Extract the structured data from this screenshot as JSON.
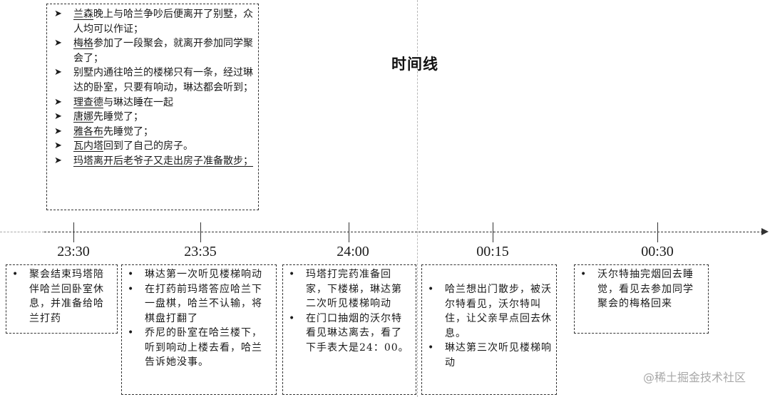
{
  "title": "时间线",
  "facts": [
    {
      "name": "兰森",
      "text": "晚上与哈兰争吵后便离开了别墅，众人均可以作证；"
    },
    {
      "name": "梅格",
      "text": "参加了一段聚会，就离开参加同学聚会了；"
    },
    {
      "name": "",
      "text": "别墅内通往哈兰的楼梯只有一条，经过琳达的卧室，只要有响动，琳达都会听到；"
    },
    {
      "name": "理查德",
      "text": "与琳达睡在一起"
    },
    {
      "name": "唐娜",
      "text": "先睡觉了；"
    },
    {
      "name": "雅各布",
      "text": "先睡觉了；"
    },
    {
      "name": "瓦内塔",
      "text": "回到了自己的房子。"
    },
    {
      "name": "玛塔离开后老爷子又走出房子准备散步；",
      "text": ""
    }
  ],
  "timeline": [
    {
      "time": "23:30",
      "events": [
        "聚会结束玛塔陪伴哈兰回卧室休息，并准备给哈兰打药"
      ]
    },
    {
      "time": "23:35",
      "events": [
        "琳达第一次听见楼梯响动",
        "在打药前玛塔答应哈兰下一盘棋，哈兰不认输，将棋盘打翻了",
        "乔尼的卧室在哈兰楼下，听到响动上楼去看，哈兰告诉她没事。"
      ]
    },
    {
      "time": "24:00",
      "events": [
        "玛塔打完药准备回家，下楼梯，琳达第二次听见楼梯响动",
        "在门口抽烟的沃尔特看见琳达离去，看了下手表大是24：00。"
      ]
    },
    {
      "time": "00:15",
      "events": [
        "哈兰想出门散步，被沃尔特看见，沃尔特叫住，让父亲早点回去休息。",
        "琳达第三次听见楼梯响动"
      ]
    },
    {
      "time": "00:30",
      "events": [
        "沃尔特抽完烟回去睡觉，看见去参加同学聚会的梅格回来"
      ]
    }
  ],
  "icons": {
    "fact_bullet": "arrow-bullet-icon",
    "event_bullet": "dot-bullet-icon"
  },
  "glyphs": {
    "arrow": "➤",
    "dot": "•"
  },
  "watermark": "@稀土掘金技术社区"
}
